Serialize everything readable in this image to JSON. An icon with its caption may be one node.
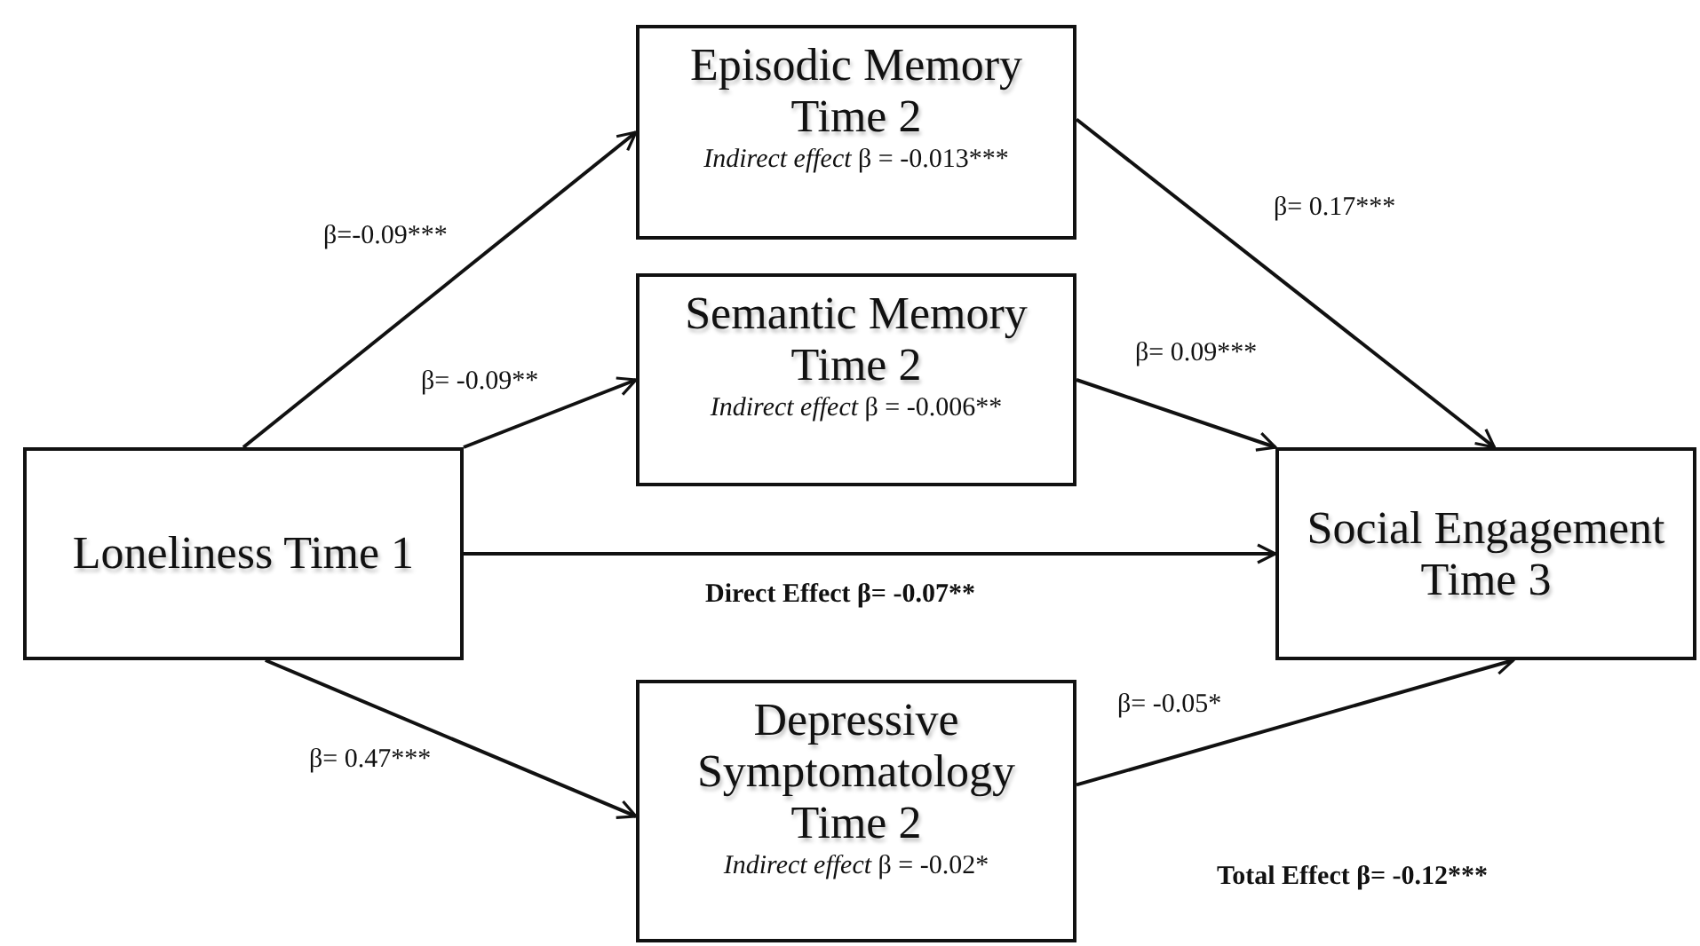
{
  "diagram": {
    "nodes": [
      {
        "text": [
          "Loneliness Time 1"
        ]
      },
      {
        "text": [
          "Episodic Memory Time 2",
          "*Indirect effect* β = -0.013***"
        ]
      },
      {
        "text": [
          "Semantic Memory Time 2",
          "*Indirect effect* β = -0.006**"
        ]
      },
      {
        "text": [
          "Social Engagement Time 3"
        ]
      },
      {
        "text": [
          "Depressive Symptomatology Time 2",
          "*Indirect effect* β = -0.02*"
        ]
      }
    ],
    "edges": [
      {
        "from": 0,
        "to": 1,
        "arrow": "to",
        "label": "β=-0.09***"
      },
      {
        "from": 0,
        "to": 2,
        "arrow": "to",
        "label": "β= -0.09**"
      },
      {
        "from": 0,
        "to": 3,
        "arrow": "to",
        "label": "Direct Effect β= -0.07**"
      },
      {
        "from": 1,
        "to": 3,
        "arrow": "to",
        "label": "β= 0.17***"
      },
      {
        "from": 2,
        "to": 3,
        "arrow": "to",
        "label": "β= 0.09***"
      },
      {
        "from": 4,
        "to": 3,
        "arrow": "to",
        "label": "β= -0.05*"
      },
      {
        "from": 0,
        "to": 4,
        "arrow": "to",
        "label": "β= 0.47***"
      }
    ],
    "labels": [
      "Total Effect β= -0.12***"
    ]
  }
}
